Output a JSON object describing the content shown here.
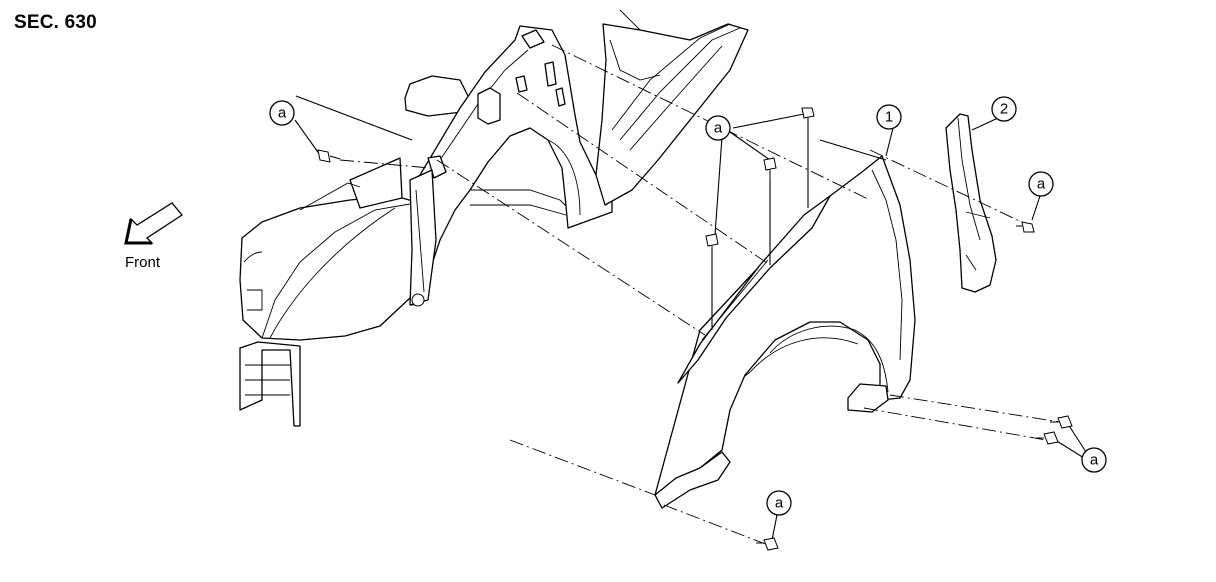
{
  "header": {
    "section_label": "SEC. 630"
  },
  "orientation": {
    "label": "Front",
    "icon": "front-arrow-icon"
  },
  "callouts": {
    "part_1": "1",
    "part_2": "2",
    "fastener_a": "a"
  }
}
